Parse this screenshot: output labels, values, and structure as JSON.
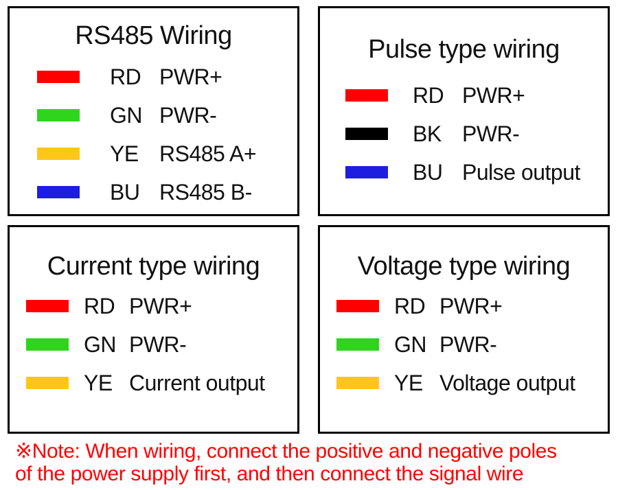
{
  "colors": {
    "background": "#ffffff",
    "panel_border": "#000000",
    "text": "#111111",
    "note_text": "#ff0000"
  },
  "panels": [
    {
      "title": "RS485 Wiring",
      "rows": [
        {
          "color_name": "red",
          "hex": "#ff0000",
          "code": "RD",
          "function": "PWR+"
        },
        {
          "color_name": "green",
          "hex": "#2fd41d",
          "code": "GN",
          "function": "PWR-"
        },
        {
          "color_name": "yellow",
          "hex": "#ffc61a",
          "code": "YE",
          "function": "RS485 A+"
        },
        {
          "color_name": "blue",
          "hex": "#1e1ee0",
          "code": "BU",
          "function": "RS485 B-"
        }
      ]
    },
    {
      "title": "Pulse type wiring",
      "rows": [
        {
          "color_name": "red",
          "hex": "#ff0000",
          "code": "RD",
          "function": "PWR+"
        },
        {
          "color_name": "black",
          "hex": "#000000",
          "code": "BK",
          "function": "PWR-"
        },
        {
          "color_name": "blue",
          "hex": "#1e1ee0",
          "code": "BU",
          "function": "Pulse output"
        }
      ]
    },
    {
      "title": "Current type wiring",
      "rows": [
        {
          "color_name": "red",
          "hex": "#ff0000",
          "code": "RD",
          "function": "PWR+"
        },
        {
          "color_name": "green",
          "hex": "#2fd41d",
          "code": "GN",
          "function": "PWR-"
        },
        {
          "color_name": "yellow",
          "hex": "#ffc61a",
          "code": "YE",
          "function": "Current output"
        }
      ]
    },
    {
      "title": "Voltage type wiring",
      "rows": [
        {
          "color_name": "red",
          "hex": "#ff0000",
          "code": "RD",
          "function": "PWR+"
        },
        {
          "color_name": "green",
          "hex": "#2fd41d",
          "code": "GN",
          "function": "PWR-"
        },
        {
          "color_name": "yellow",
          "hex": "#ffc61a",
          "code": "YE",
          "function": "Voltage output"
        }
      ]
    }
  ],
  "note": {
    "line1": "※Note: When wiring, connect the positive and negative poles",
    "line2": "of the power supply first, and then connect the signal wire"
  }
}
